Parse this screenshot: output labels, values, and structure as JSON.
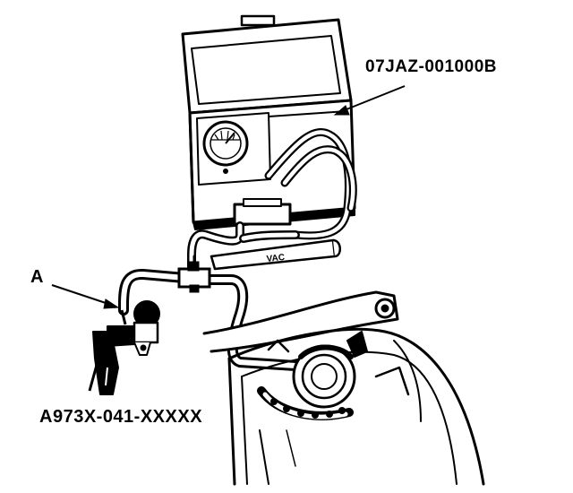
{
  "labels": {
    "part_a": "A",
    "tester_part_number": "07JAZ-001000B",
    "gauge_part_number": "A973X-041-XXXXX",
    "hose_marking": "VAC"
  }
}
